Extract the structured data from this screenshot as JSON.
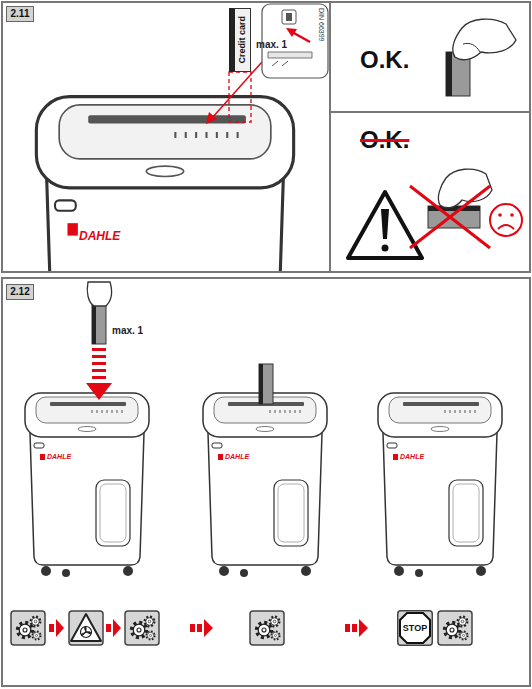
{
  "diagram": {
    "nodes": [
      {
        "text": [
          "2.11"
        ]
      },
      {
        "text": [
          "Credit card"
        ]
      },
      {
        "text": [
          "2.12"
        ]
      },
      {
        "text": [
          "STOP"
        ]
      }
    ],
    "labels": [
      "max. 1",
      "DIN 66399",
      "O.K.",
      "O.K.",
      "DAHLE",
      "max. 1",
      "DAHLE",
      "DAHLE",
      "DAHLE"
    ]
  }
}
